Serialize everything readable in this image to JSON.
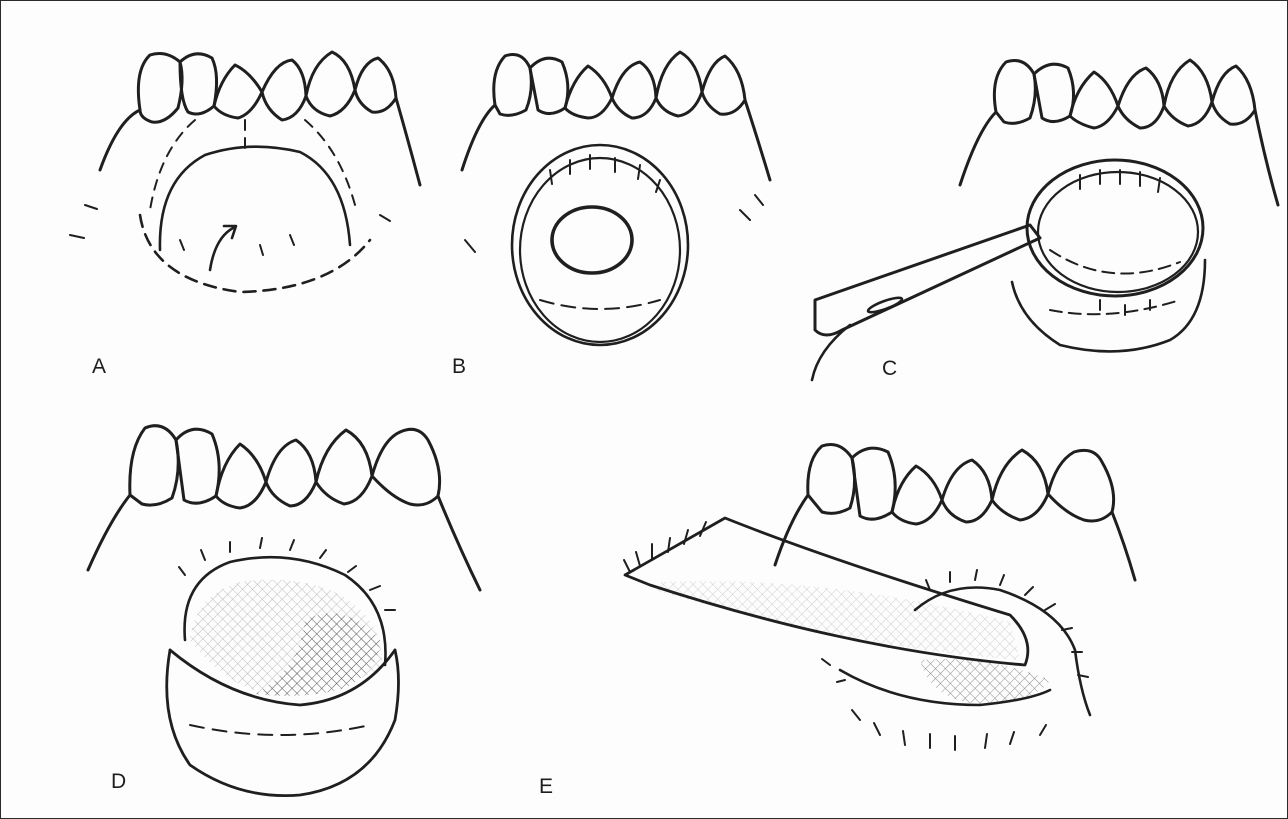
{
  "figure": {
    "panels": [
      {
        "id": "A",
        "label": "A"
      },
      {
        "id": "B",
        "label": "B"
      },
      {
        "id": "C",
        "label": "C"
      },
      {
        "id": "D",
        "label": "D"
      },
      {
        "id": "E",
        "label": "E"
      }
    ],
    "colors": {
      "ink": "#1f1f1f",
      "background": "#fdfdfd",
      "frame": "#2a2a2a"
    }
  }
}
